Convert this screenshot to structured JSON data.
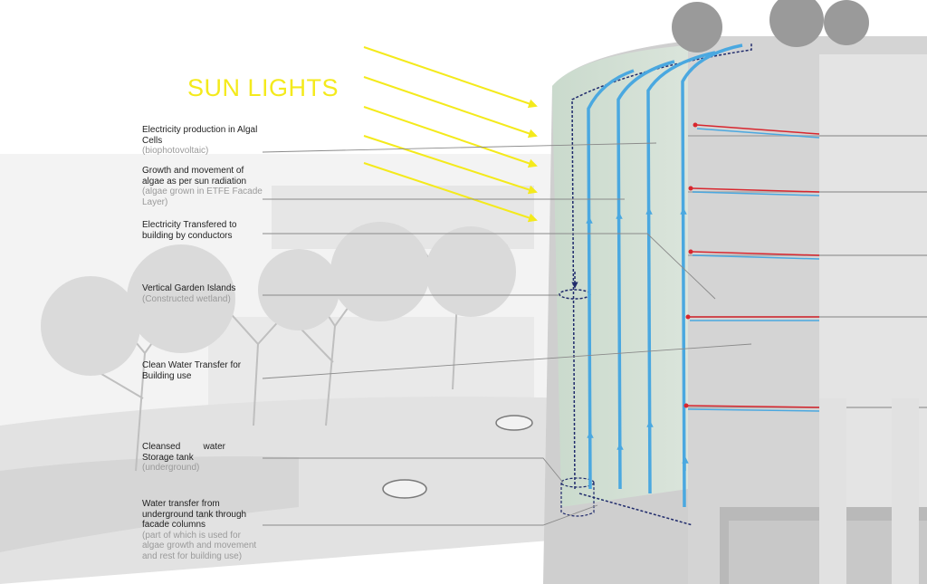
{
  "title": "SUN LIGHTS",
  "colors": {
    "sunlight": "#f4ea1c",
    "water_pipe": "#4aa8e0",
    "electric_conductor": "#d8262e",
    "leader_line": "#8a8a8a",
    "label_text": "#222222",
    "note_text": "#9a9a9a"
  },
  "annotations": [
    {
      "head": "Electricity production in Algal Cells",
      "note": "(biophotovoltaic)"
    },
    {
      "head": "Growth and movement of algae as per sun radiation",
      "note": "(algae grown in ETFE Facade Layer)"
    },
    {
      "head": "Electricity Transfered to building by conductors",
      "note": ""
    },
    {
      "head": "Vertical Garden Islands",
      "note": "(Constructed wetland)"
    },
    {
      "head": "Clean Water Transfer for Building use",
      "note": ""
    },
    {
      "head": "Cleansed water Storage tank",
      "note": "(underground)"
    },
    {
      "head": "Water transfer from underground tank through facade columns",
      "note": "(part of which is used for algae growth and movement and rest for building use)"
    }
  ]
}
